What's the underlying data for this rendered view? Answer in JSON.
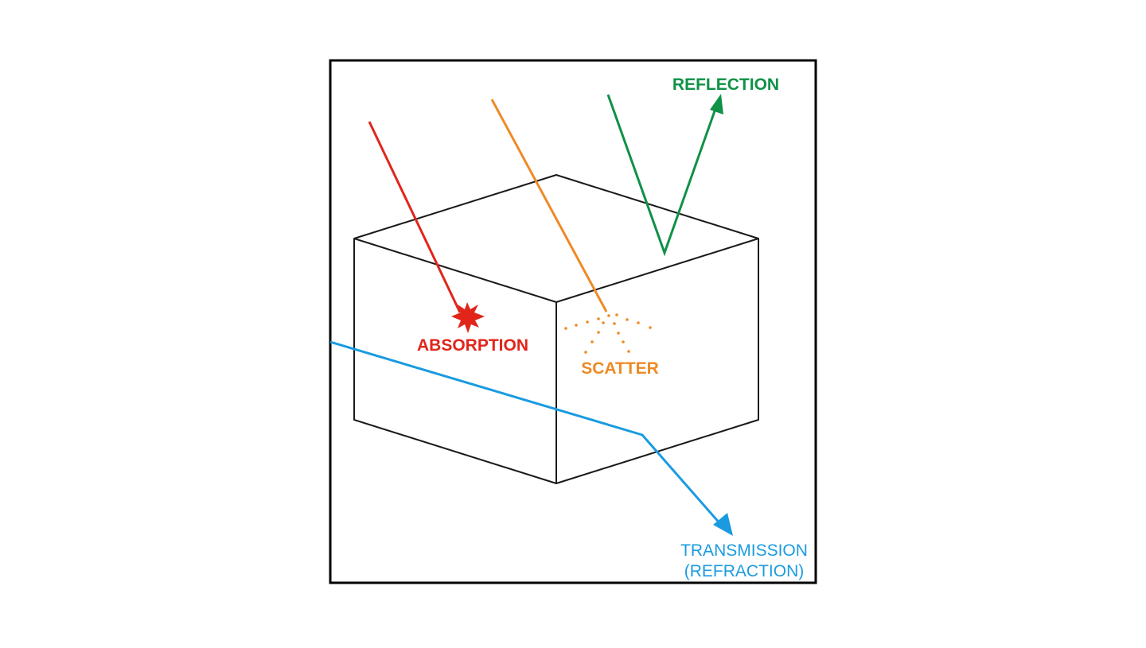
{
  "diagram": {
    "labels": {
      "reflection": "REFLECTION",
      "absorption": "ABSORPTION",
      "scatter": "SCATTER",
      "transmission_line1": "TRANSMISSION",
      "transmission_line2": "(REFRACTION)"
    },
    "colors": {
      "reflection": "#0f9147",
      "absorption": "#e1251b",
      "scatter": "#ee8a24",
      "transmission": "#1a9be0",
      "outline": "#000000",
      "background": "#ffffff"
    }
  }
}
